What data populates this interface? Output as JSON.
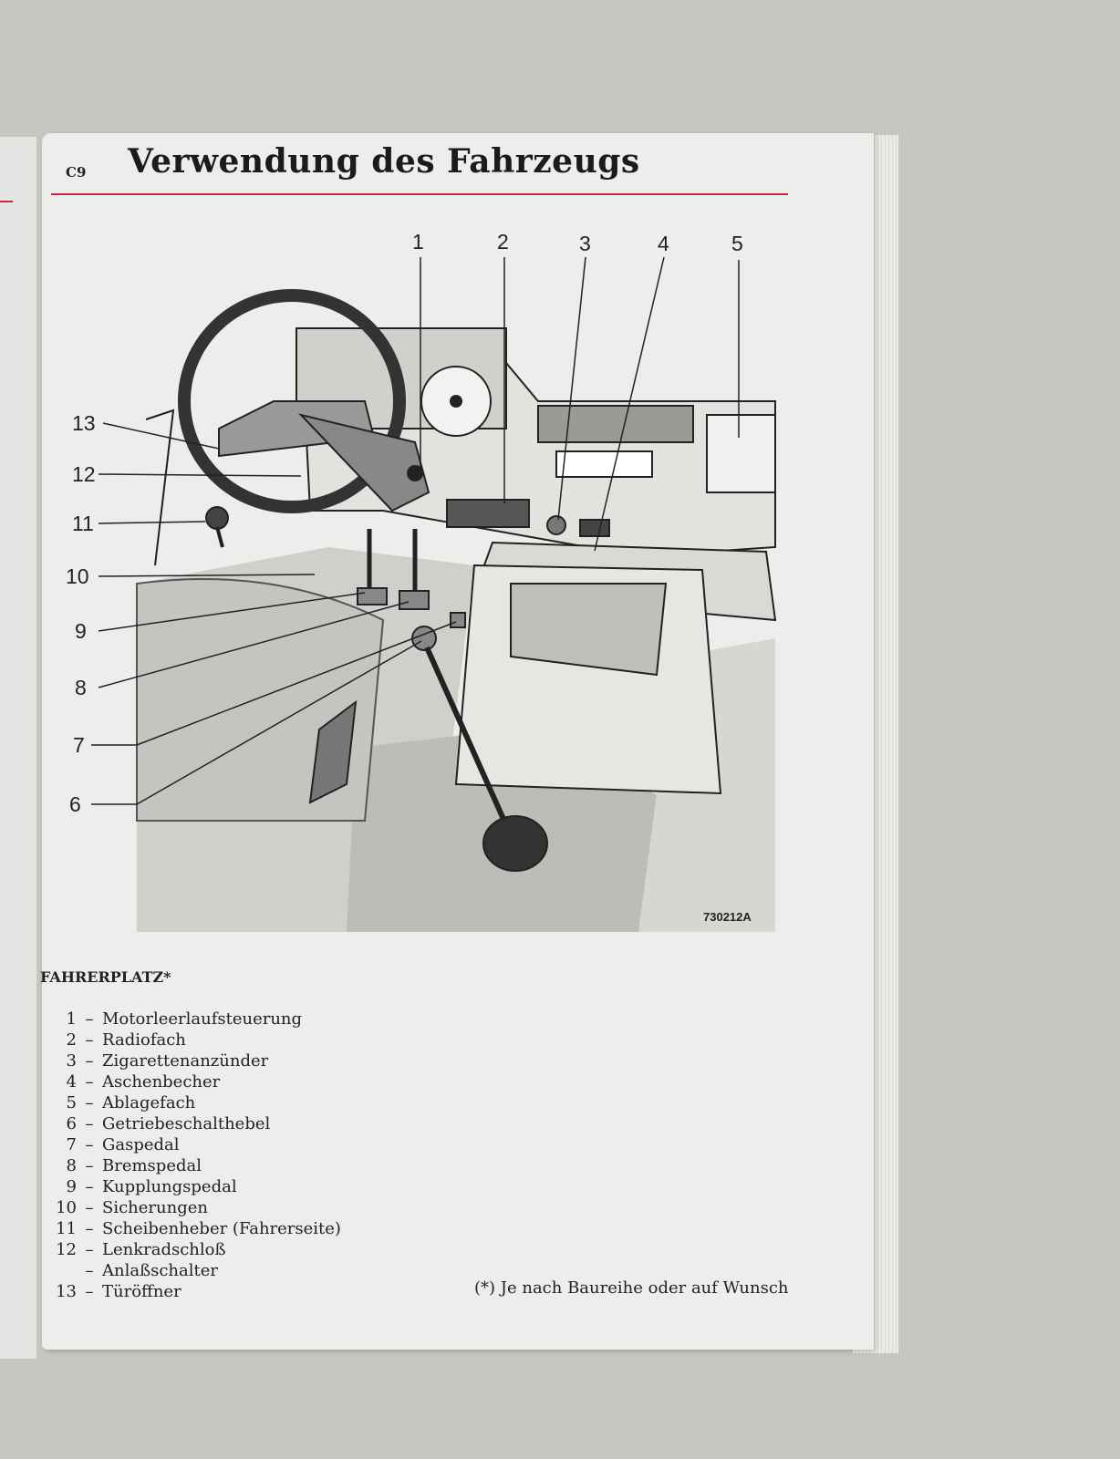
{
  "page": {
    "page_number": "C9",
    "title": "Verwendung des Fahrzeugs",
    "accent_color": "#c8283a",
    "figure_code": "730212A",
    "callouts_top": [
      "1",
      "2",
      "3",
      "4",
      "5"
    ],
    "callouts_left": [
      "13",
      "12",
      "11",
      "10",
      "9",
      "8",
      "7",
      "6"
    ],
    "section_title": "FAHRERPLATZ*",
    "legend": [
      {
        "num": "1",
        "label": "Motorleerlaufsteuerung"
      },
      {
        "num": "2",
        "label": "Radiofach"
      },
      {
        "num": "3",
        "label": "Zigarettenanzünder"
      },
      {
        "num": "4",
        "label": "Aschenbecher"
      },
      {
        "num": "5",
        "label": "Ablagefach"
      },
      {
        "num": "6",
        "label": "Getriebeschalthebel"
      },
      {
        "num": "7",
        "label": "Gaspedal"
      },
      {
        "num": "8",
        "label": "Bremspedal"
      },
      {
        "num": "9",
        "label": "Kupplungspedal"
      },
      {
        "num": "10",
        "label": "Sicherungen"
      },
      {
        "num": "11",
        "label": "Scheibenheber (Fahrerseite)"
      },
      {
        "num": "12",
        "label": "Lenkradschloß"
      },
      {
        "num": "",
        "label": "Anlaßschalter"
      },
      {
        "num": "13",
        "label": "Türöffner"
      }
    ],
    "footnote": "(*) Je nach Baureihe oder auf Wunsch"
  }
}
